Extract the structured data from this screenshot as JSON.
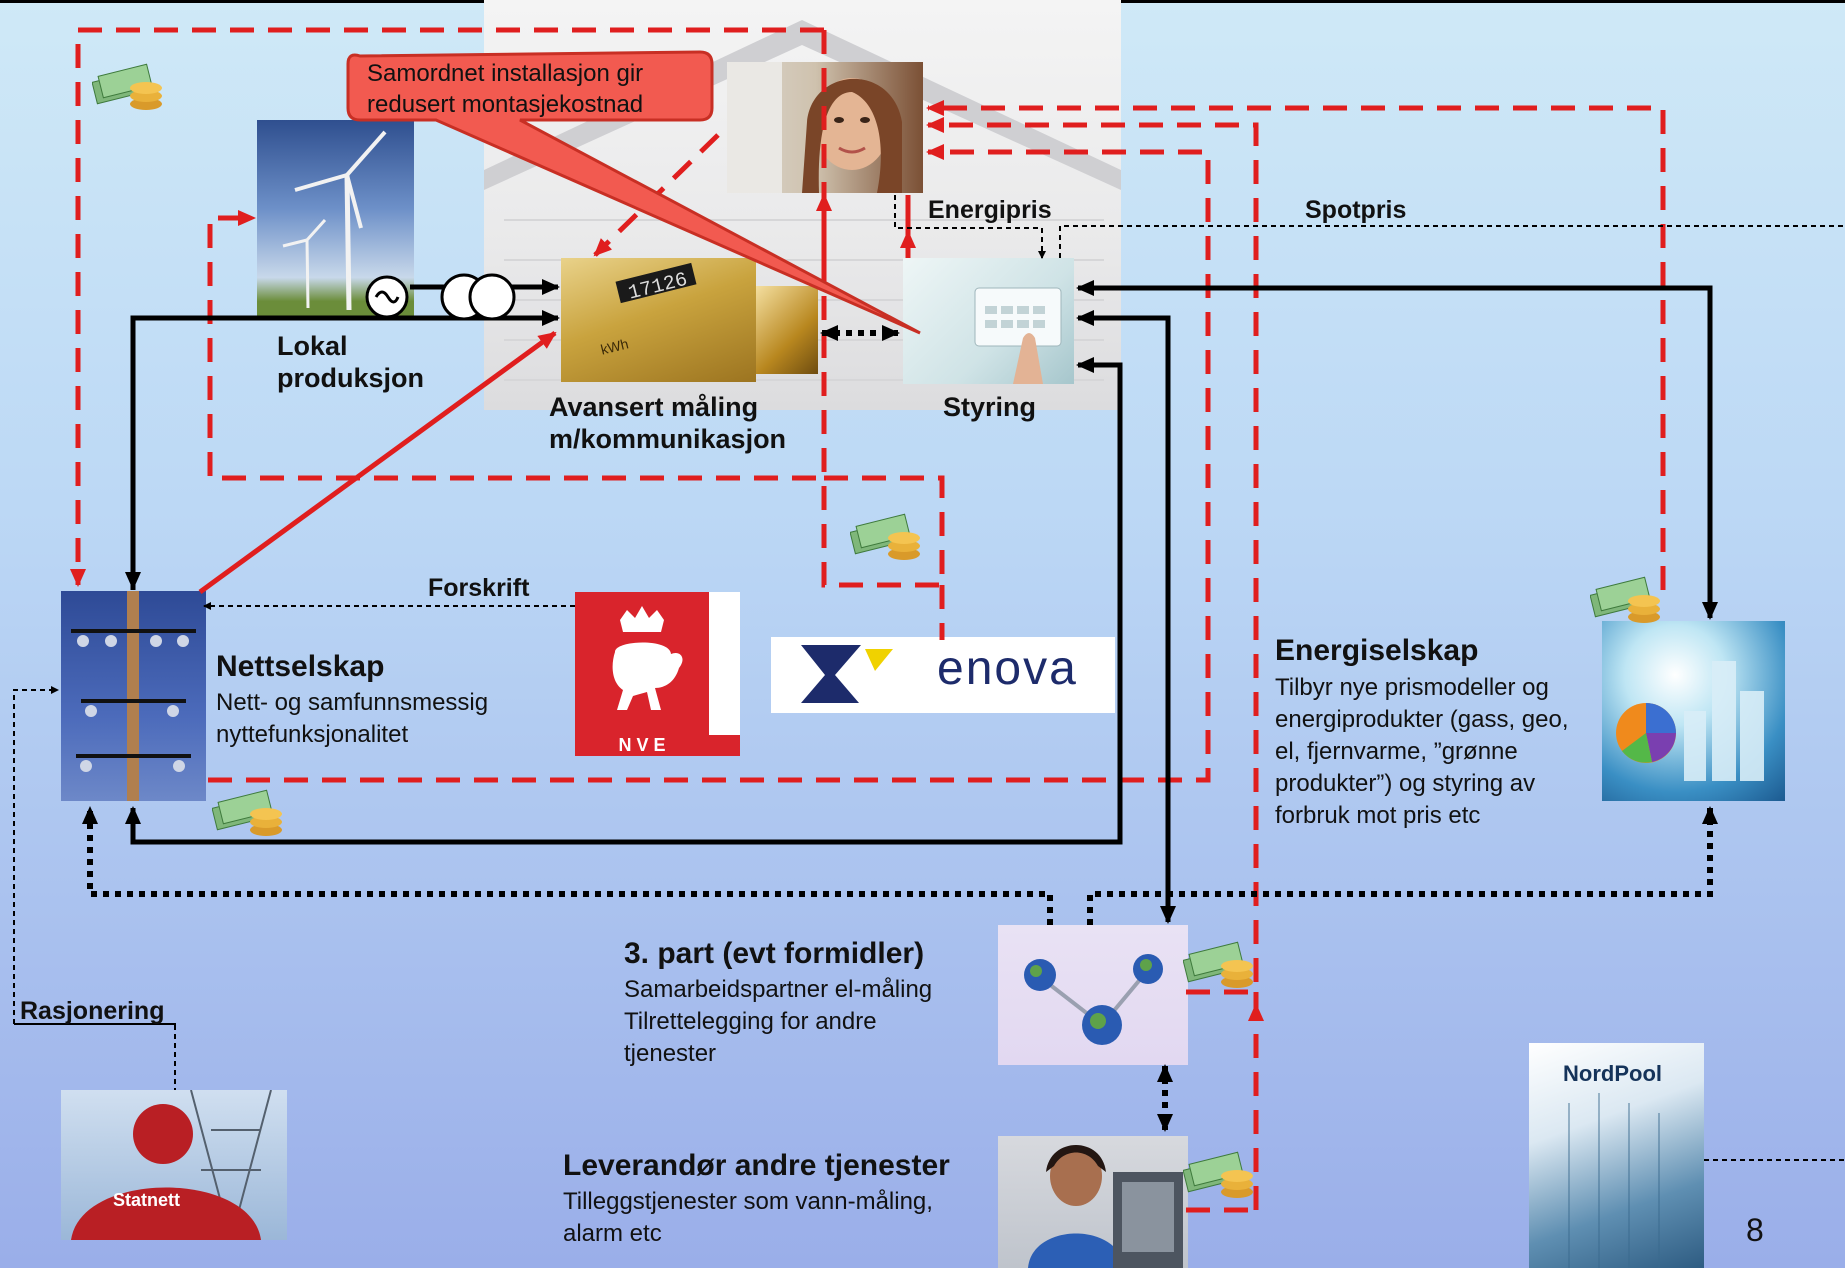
{
  "callout": {
    "line1": "Samordnet installasjon gir",
    "line2": "redusert  montasjekostnad"
  },
  "labels": {
    "lokal_line1": "Lokal",
    "lokal_line2": "produksjon",
    "maaling_line1": "Avansert måling",
    "maaling_line2": "m/kommunikasjon",
    "styring": "Styring",
    "energipris": "Energipris",
    "spotpris": "Spotpris",
    "forskrift": "Forskrift",
    "rasjonering": "Rasjonering"
  },
  "nettselskap": {
    "title": "Nettselskap",
    "line1": "Nett- og samfunnsmessig",
    "line2": "nyttefunksjonalitet"
  },
  "energiselskap": {
    "title": "Energiselskap",
    "line1": "Tilbyr nye prismodeller og",
    "line2": "energiprodukter (gass, geo,",
    "line3": "el, fjernvarme, ”grønne",
    "line4": "produkter”) og styring av",
    "line5": "forbruk mot pris etc"
  },
  "tredjepart": {
    "title": "3. part (evt formidler)",
    "line1": "Samarbeidspartner el-måling",
    "line2": "Tilrettelegging for andre",
    "line3": "tjenester"
  },
  "leverandor": {
    "title": "Leverandør andre tjenester",
    "line1": "Tilleggstjenester som vann-måling,",
    "line2": "alarm etc"
  },
  "logos": {
    "nve": "N V E",
    "enova": "enova",
    "statnett": "Statnett",
    "nordpool": "NordPool"
  },
  "meter_display": "17126",
  "meter_unit": "kWh",
  "page_number": "8",
  "colors": {
    "red_dashed": "#e01e1e",
    "black_flow": "#000000",
    "callout_fill": "#f25a50",
    "nve_red": "#d9242c",
    "enova_navy": "#1d2b6b",
    "enova_yellow": "#f0d200"
  }
}
